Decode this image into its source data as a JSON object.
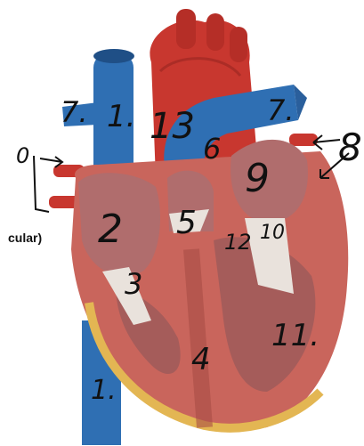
{
  "image": {
    "subject": "heart-anatomy-cross-section-with-handwritten-numbers",
    "partial_printed_label": "cular)",
    "handwritten_labels": [
      "7.",
      "1.",
      "13",
      "7.",
      "6",
      "8",
      "0",
      "2",
      "5",
      "9",
      "12",
      "10",
      "3",
      "4",
      "11.",
      "1."
    ]
  },
  "colors": {
    "background": "#ffffff",
    "vein_blue": "#2f6fb3",
    "artery_red": "#c8372f",
    "myocardium": "#c9655c",
    "chamber_interior": "#b06d6d",
    "fat_yellow": "#e3b653",
    "valve_white": "#e9e2dc",
    "ink": "#111111"
  }
}
